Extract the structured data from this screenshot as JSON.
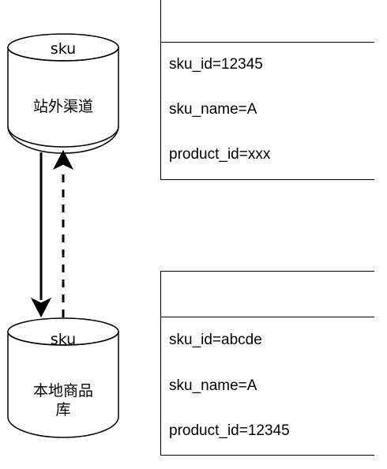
{
  "nodes": {
    "external_db": {
      "title": "sku",
      "label": "站外渠道"
    },
    "local_db": {
      "title": "sku",
      "label": "本地商品\n库"
    }
  },
  "records": [
    {
      "name": "external-sku-record",
      "fields": [
        "sku_id=12345",
        "sku_name=A",
        "product_id=xxx"
      ]
    },
    {
      "name": "local-sku-record",
      "fields": [
        "sku_id=abcde",
        "sku_name=A",
        "product_id=12345"
      ]
    }
  ],
  "edges": [
    {
      "name": "sync-down-arrow",
      "from": "external_db",
      "to": "local_db",
      "style": "solid"
    },
    {
      "name": "sync-up-arrow",
      "from": "local_db",
      "to": "external_db",
      "style": "dashed"
    }
  ]
}
